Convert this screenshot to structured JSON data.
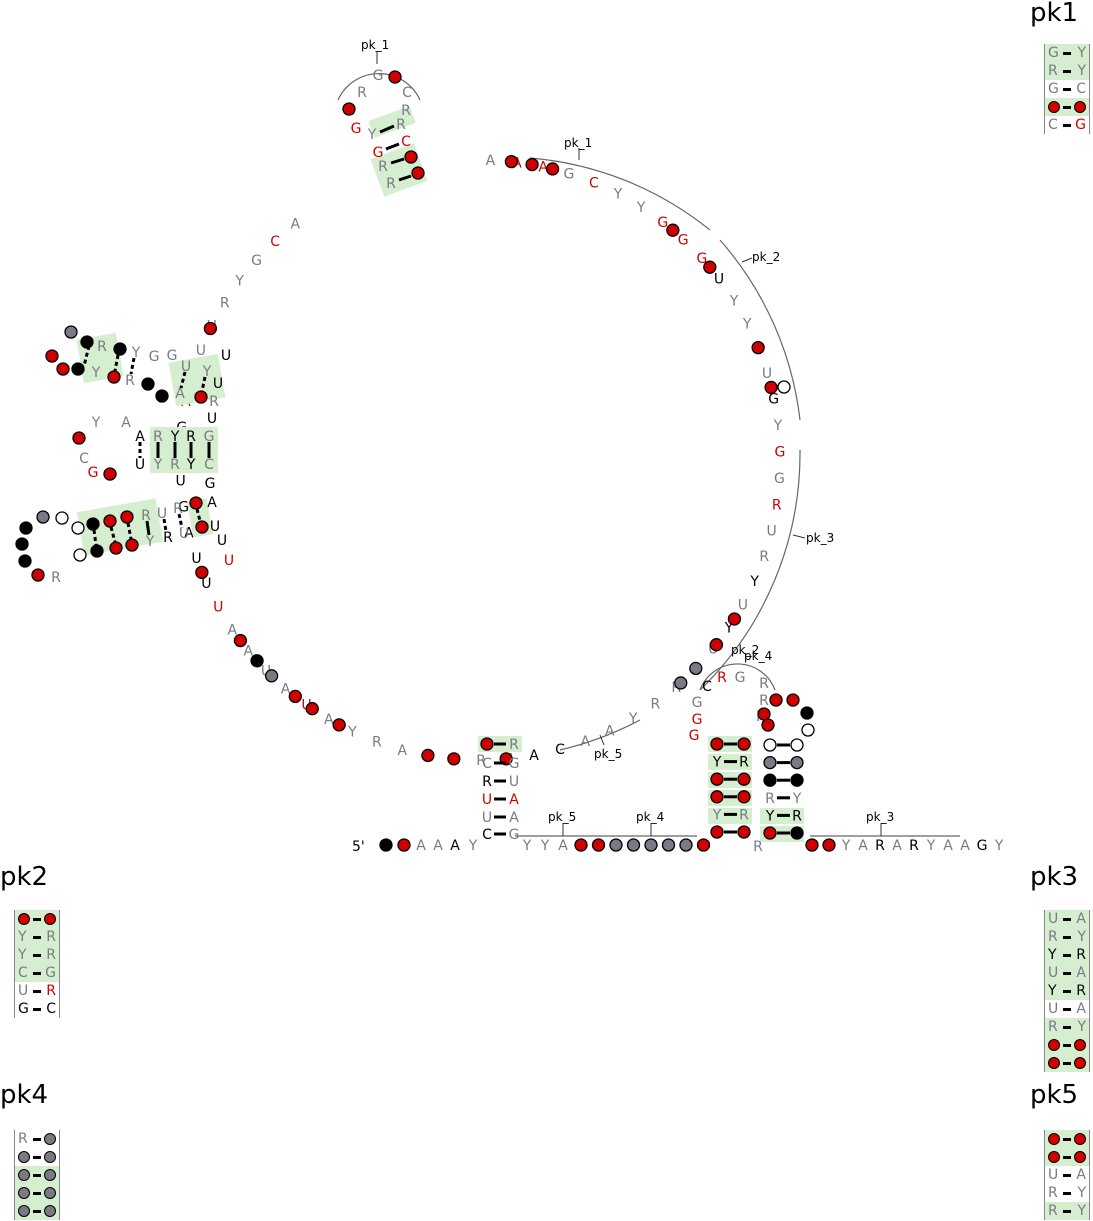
{
  "colors": {
    "red": "#d10000",
    "gray": "#7a7a85",
    "black": "#000000",
    "highlight": "#d6eed0",
    "white": "#ffffff"
  },
  "title_5prime": "5'",
  "nucleotides": [
    {
      "t": "",
      "k": "black"
    },
    {
      "t": "",
      "k": "red"
    },
    {
      "t": "A",
      "k": "gray"
    },
    {
      "t": "A",
      "k": "gray"
    },
    {
      "t": "A",
      "k": "black"
    },
    {
      "t": "Y",
      "k": "gray"
    },
    {
      "t": "C",
      "k": "black"
    },
    {
      "t": "U",
      "k": "gray"
    },
    {
      "t": "U",
      "k": "red"
    },
    {
      "t": "R",
      "k": "black"
    },
    {
      "t": "C",
      "k": "gray"
    },
    {
      "t": "",
      "k": "red"
    },
    {
      "t": "A",
      "k": "red"
    },
    {
      "t": "A",
      "k": "gray"
    },
    {
      "t": "R",
      "k": "gray"
    },
    {
      "t": "R",
      "k": "gray"
    },
    {
      "t": "U",
      "k": "gray"
    },
    {
      "t": "",
      "k": "red"
    },
    {
      "t": "",
      "k": "red"
    },
    {
      "t": "A",
      "k": "black"
    },
    {
      "t": "A",
      "k": "gray"
    },
    {
      "t": "A",
      "k": "gray"
    },
    {
      "t": "Y",
      "k": "gray"
    }
  ],
  "labels": {
    "pk1_top": "pk_1",
    "pk1_arc": "pk_1",
    "pk2_arc": "pk_2",
    "pk3_arc": "pk_3",
    "pk4_arc": "pk_4",
    "pk2b_arc": "pk_2",
    "pk5_arc": "pk_5",
    "pk5_tail": "pk_5",
    "pk4_tail": "pk_4",
    "pk3_tail": "pk_3"
  },
  "ring_letters": [
    [
      "A",
      "gray"
    ],
    [
      "A",
      "red"
    ],
    [
      "A",
      "red"
    ],
    [
      "G",
      "gray"
    ],
    [
      "C",
      "red"
    ],
    [
      "Y",
      "gray"
    ],
    [
      "Y",
      "gray"
    ],
    [
      "G",
      "red"
    ],
    [
      "G",
      "red"
    ],
    [
      "G",
      "red"
    ],
    [
      "U",
      "black"
    ],
    [
      "Y",
      "gray"
    ],
    [
      "Y",
      "gray"
    ],
    [
      "C",
      "gray"
    ],
    [
      "U",
      "gray"
    ],
    [
      "G",
      "black"
    ],
    [
      "Y",
      "gray"
    ],
    [
      "G",
      "red"
    ],
    [
      "G",
      "gray"
    ],
    [
      "R",
      "red"
    ],
    [
      "U",
      "gray"
    ],
    [
      "R",
      "gray"
    ],
    [
      "Y",
      "black"
    ],
    [
      "U",
      "gray"
    ],
    [
      "Y",
      "black"
    ],
    [
      "U",
      "gray"
    ],
    [
      "R",
      "gray"
    ],
    [
      "R",
      "gray"
    ],
    [
      "R",
      "gray"
    ],
    [
      "Y",
      "gray"
    ],
    [
      "A",
      "gray"
    ],
    [
      "A",
      "gray"
    ],
    [
      "C",
      "black"
    ],
    [
      "A",
      "black"
    ],
    [
      "U",
      "gray"
    ],
    [
      "R",
      "gray"
    ],
    [
      "R",
      "gray"
    ],
    [
      "A",
      "red"
    ],
    [
      "A",
      "gray"
    ],
    [
      "R",
      "gray"
    ],
    [
      "Y",
      "gray"
    ],
    [
      "A",
      "gray"
    ],
    [
      "U",
      "red"
    ],
    [
      "A",
      "gray"
    ],
    [
      "U",
      "gray"
    ],
    [
      "A",
      "gray"
    ],
    [
      "A",
      "gray"
    ],
    [
      "U",
      "red"
    ],
    [
      "U",
      "black"
    ],
    [
      "U",
      "black"
    ],
    [
      "A",
      "black"
    ],
    [
      "G",
      "black"
    ],
    [
      "U",
      "black"
    ],
    [
      "A",
      "red"
    ],
    [
      "G",
      "black"
    ],
    [
      "A",
      "red"
    ],
    [
      "A",
      "red"
    ],
    [
      "U",
      "gray"
    ],
    [
      "U",
      "gray"
    ],
    [
      "R",
      "gray"
    ],
    [
      "Y",
      "gray"
    ],
    [
      "G",
      "gray"
    ],
    [
      "C",
      "red"
    ],
    [
      "A",
      "gray"
    ]
  ],
  "tail_letters": [
    [
      "Y",
      "gray"
    ],
    [
      "Y",
      "gray"
    ],
    [
      "A",
      "gray"
    ],
    [
      "R",
      "gray"
    ],
    [
      "Y",
      "gray"
    ],
    [
      "A",
      "gray"
    ],
    [
      "R",
      "black"
    ],
    [
      "A",
      "gray"
    ],
    [
      "R",
      "black"
    ],
    [
      "Y",
      "gray"
    ],
    [
      "A",
      "gray"
    ],
    [
      "A",
      "gray"
    ],
    [
      "G",
      "black"
    ],
    [
      "Y",
      "gray"
    ]
  ],
  "panels": [
    {
      "title": "pk1",
      "rows": [
        [
          "G",
          "Y",
          "gray",
          "gray",
          true
        ],
        [
          "R",
          "Y",
          "gray",
          "gray",
          true
        ],
        [
          "G",
          "C",
          "gray",
          "gray",
          false
        ],
        [
          "dot",
          "dot",
          "red",
          "red",
          true
        ],
        [
          "C",
          "G",
          "gray",
          "red",
          false
        ]
      ]
    },
    {
      "title": "pk2",
      "rows": [
        [
          "dot",
          "dot",
          "red",
          "red",
          true
        ],
        [
          "Y",
          "R",
          "gray",
          "gray",
          true
        ],
        [
          "Y",
          "R",
          "gray",
          "gray",
          true
        ],
        [
          "C",
          "G",
          "gray",
          "gray",
          true
        ],
        [
          "U",
          "R",
          "gray",
          "red",
          false
        ],
        [
          "G",
          "C",
          "black",
          "black",
          false
        ]
      ]
    },
    {
      "title": "pk3",
      "rows": [
        [
          "U",
          "A",
          "gray",
          "gray",
          true
        ],
        [
          "R",
          "Y",
          "gray",
          "gray",
          true
        ],
        [
          "Y",
          "R",
          "black",
          "black",
          true
        ],
        [
          "U",
          "A",
          "gray",
          "gray",
          true
        ],
        [
          "Y",
          "R",
          "black",
          "black",
          true
        ],
        [
          "U",
          "A",
          "gray",
          "gray",
          false
        ],
        [
          "R",
          "Y",
          "gray",
          "gray",
          true
        ],
        [
          "dot",
          "dot",
          "red",
          "red",
          true
        ],
        [
          "dot",
          "dot",
          "red",
          "red",
          true
        ]
      ]
    },
    {
      "title": "pk4",
      "rows": [
        [
          "R",
          "dot",
          "gray",
          "gray",
          false
        ],
        [
          "dot",
          "dot",
          "gray",
          "gray",
          false
        ],
        [
          "dot",
          "dot",
          "gray",
          "gray",
          true
        ],
        [
          "dot",
          "dot",
          "gray",
          "gray",
          true
        ],
        [
          "dot",
          "dot",
          "gray",
          "gray",
          true
        ]
      ]
    },
    {
      "title": "pk5",
      "rows": [
        [
          "dot",
          "dot",
          "red",
          "red",
          true
        ],
        [
          "dot",
          "dot",
          "red",
          "red",
          true
        ],
        [
          "U",
          "A",
          "gray",
          "gray",
          false
        ],
        [
          "R",
          "Y",
          "gray",
          "gray",
          false
        ],
        [
          "R",
          "Y",
          "gray",
          "gray",
          true
        ]
      ]
    }
  ]
}
